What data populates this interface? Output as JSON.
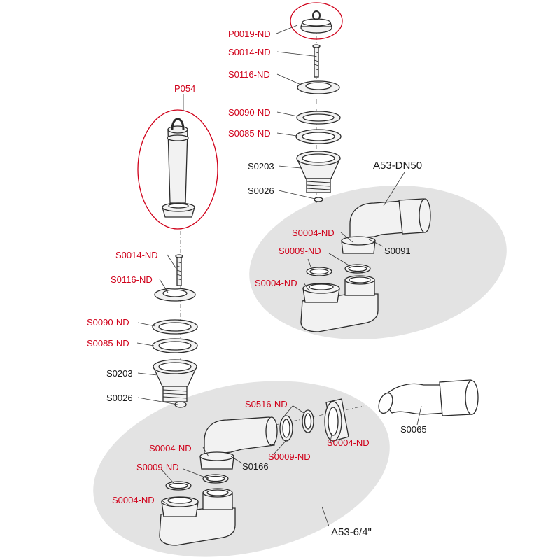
{
  "colors": {
    "highlight": "#d0021b",
    "label": "#1a1a1a",
    "group_fill": "#e3e3e3",
    "part_fill": "#f2f2f2",
    "outline": "#2b2b2b"
  },
  "assemblies": {
    "top_right": "A53-DN50",
    "bottom": "A53-6/4\""
  },
  "labels": {
    "p0019": "P0019-ND",
    "s0014_top": "S0014-ND",
    "s0116_top": "S0116-ND",
    "s0090_top": "S0090-ND",
    "s0085_top": "S0085-ND",
    "s0203_top": "S0203",
    "s0026_top": "S0026",
    "p054": "P054",
    "s0014_left": "S0014-ND",
    "s0116_left": "S0116-ND",
    "s0090_left": "S0090-ND",
    "s0085_left": "S0085-ND",
    "s0203_left": "S0203",
    "s0026_left": "S0026",
    "dn50_s0004_a": "S0004-ND",
    "dn50_s0009": "S0009-ND",
    "dn50_s0004_b": "S0004-ND",
    "dn50_s0091": "S0091",
    "b_s0516": "S0516-ND",
    "b_s0004_right": "S0004-ND",
    "b_s0009_right": "S0009-ND",
    "b_s0004_a": "S0004-ND",
    "b_s0166": "S0166",
    "b_s0009_left": "S0009-ND",
    "b_s0004_b": "S0004-ND",
    "s0065": "S0065"
  }
}
